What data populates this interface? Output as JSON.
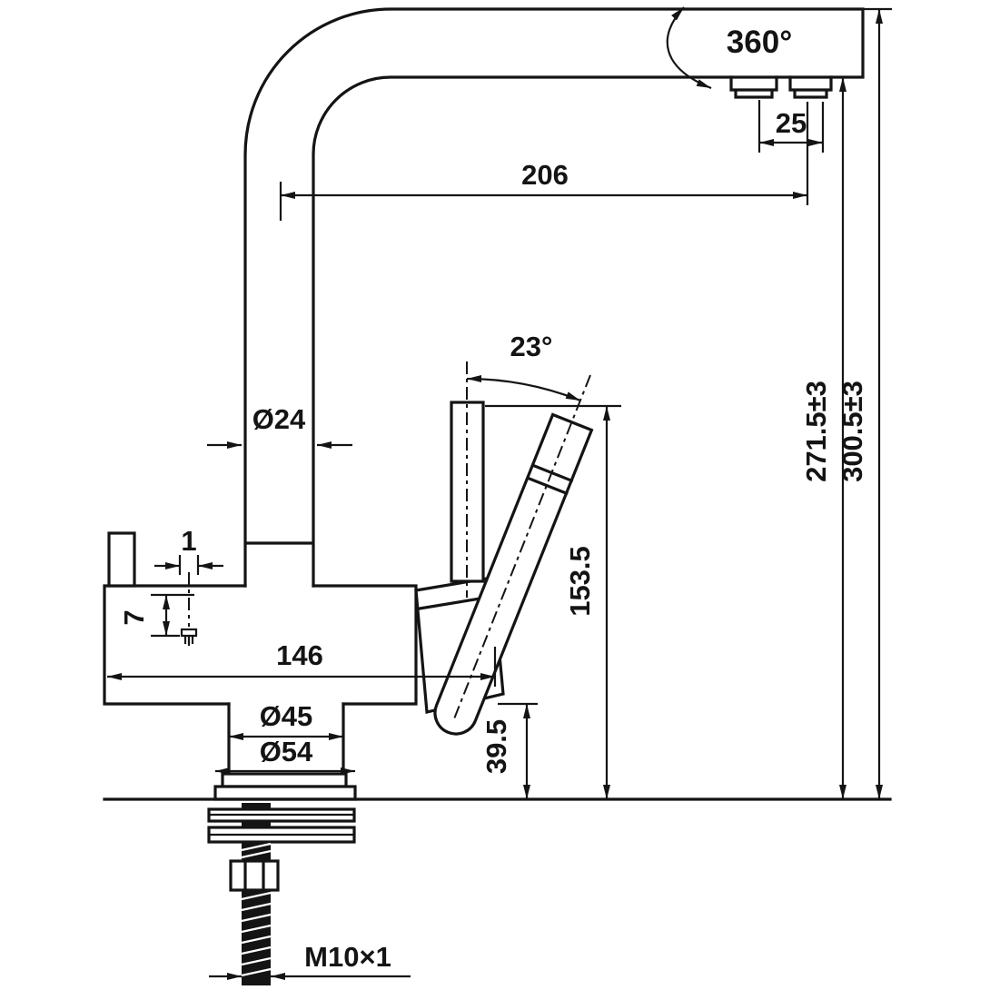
{
  "drawing": {
    "colors": {
      "line": "#141414",
      "background": "#ffffff"
    },
    "labels": {
      "rotation": "360°",
      "nozzle_offset": "25",
      "spout_reach": "206",
      "spout_tube_diameter": "Ø24",
      "lever_angle": "23°",
      "spout_underside_height": "271.5±3",
      "overall_height": "300.5±3",
      "lever_top_height": "153.5",
      "body_length": "146",
      "base_neck_diameter": "Ø45",
      "base_flange_diameter": "Ø54",
      "under_body_height": "39.5",
      "marking_depth": "7",
      "marking_width": "1",
      "thread_spec": "M10×1"
    }
  }
}
